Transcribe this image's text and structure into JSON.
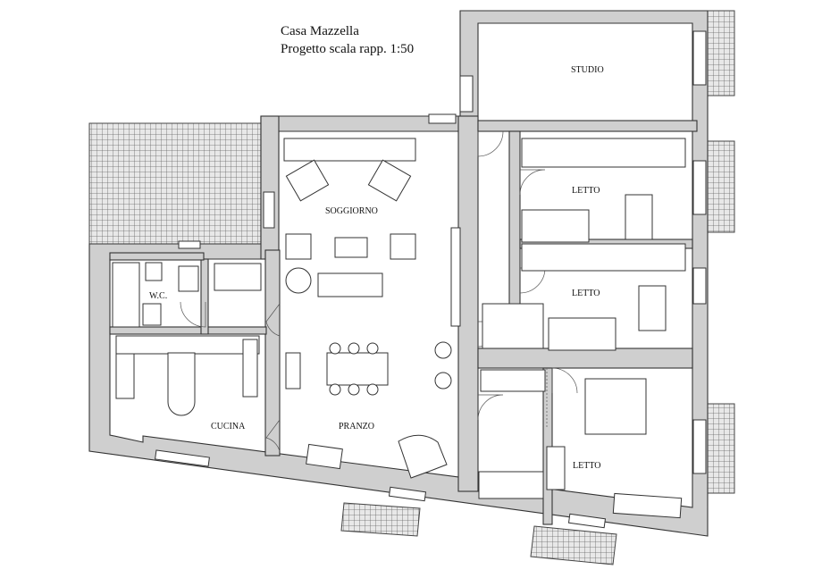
{
  "header": {
    "name": "Casa Mazzella",
    "subtitle": "Progetto scala rapp. 1:50"
  },
  "rooms": {
    "studio": "STUDIO",
    "soggiorno": "SOGGIORNO",
    "letto_1": "LETTO",
    "letto_2": "LETTO",
    "letto_3": "LETTO",
    "wc": "W.C.",
    "cucina": "CUCINA",
    "pranzo": "PRANZO"
  },
  "colors": {
    "wall_fill": "#cfcfcf",
    "line": "#333333",
    "background": "#ffffff"
  }
}
